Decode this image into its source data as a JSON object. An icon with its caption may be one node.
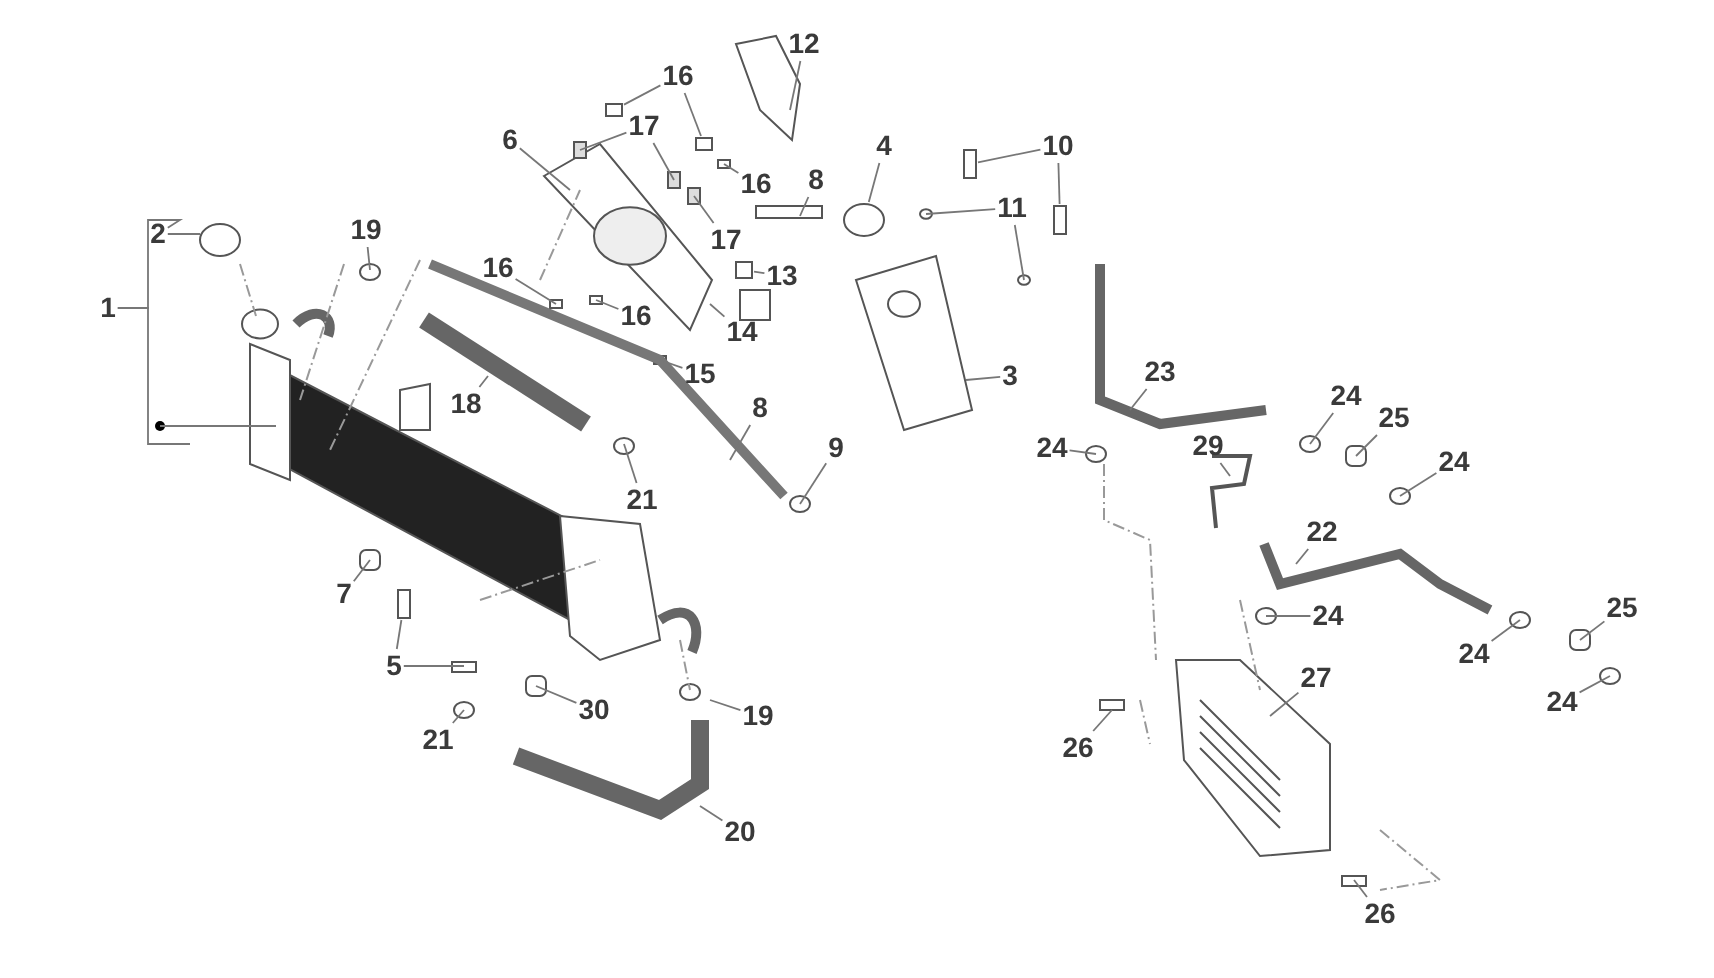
{
  "diagram": {
    "nodes": [
      {
        "text": [
          "12"
        ]
      },
      {
        "text": [
          "16"
        ]
      },
      {
        "text": [
          "17"
        ]
      },
      {
        "text": [
          "6"
        ]
      },
      {
        "text": [
          "4"
        ]
      },
      {
        "text": [
          "10"
        ]
      },
      {
        "text": [
          "16"
        ]
      },
      {
        "text": [
          "8"
        ]
      },
      {
        "text": [
          "2"
        ]
      },
      {
        "text": [
          "11"
        ]
      },
      {
        "text": [
          "19"
        ]
      },
      {
        "text": [
          "17"
        ]
      },
      {
        "text": [
          "16"
        ]
      },
      {
        "text": [
          "13"
        ]
      },
      {
        "text": [
          "1"
        ]
      },
      {
        "text": [
          "16"
        ]
      },
      {
        "text": [
          "14"
        ]
      },
      {
        "text": [
          "3"
        ]
      },
      {
        "text": [
          "15"
        ]
      },
      {
        "text": [
          "23"
        ]
      },
      {
        "text": [
          "24"
        ]
      },
      {
        "text": [
          "18"
        ]
      },
      {
        "text": [
          "8"
        ]
      },
      {
        "text": [
          "25"
        ]
      },
      {
        "text": [
          "24"
        ]
      },
      {
        "text": [
          "29"
        ]
      },
      {
        "text": [
          "9"
        ]
      },
      {
        "text": [
          "24"
        ]
      },
      {
        "text": [
          "21"
        ]
      },
      {
        "text": [
          "22"
        ]
      },
      {
        "text": [
          "7"
        ]
      },
      {
        "text": [
          "25"
        ]
      },
      {
        "text": [
          "24"
        ]
      },
      {
        "text": [
          "24"
        ]
      },
      {
        "text": [
          "5"
        ]
      },
      {
        "text": [
          "27"
        ]
      },
      {
        "text": [
          "24"
        ]
      },
      {
        "text": [
          "30"
        ]
      },
      {
        "text": [
          "19"
        ]
      },
      {
        "text": [
          "21"
        ]
      },
      {
        "text": [
          "26"
        ]
      },
      {
        "text": [
          "20"
        ]
      },
      {
        "text": [
          "26"
        ]
      },
      {
        "text": [],
        "shape": "box"
      },
      {
        "text": [],
        "shape": "box"
      },
      {
        "text": [],
        "shape": "circle"
      },
      {
        "text": [],
        "shape": "box"
      },
      {
        "text": [],
        "shape": "box"
      },
      {
        "text": [],
        "shape": "box"
      },
      {
        "text": [],
        "shape": "box"
      }
    ],
    "edges": [
      {
        "from": 0,
        "to": null,
        "arrow": "none"
      },
      {
        "from": 1,
        "to": 43,
        "arrow": "none"
      },
      {
        "from": 1,
        "to": 44,
        "arrow": "none"
      },
      {
        "from": 2,
        "to": null,
        "arrow": "none"
      },
      {
        "from": 2,
        "to": null,
        "arrow": "none"
      },
      {
        "from": 3,
        "to": null,
        "arrow": "none"
      },
      {
        "from": 4,
        "to": 45,
        "arrow": "none"
      },
      {
        "from": 5,
        "to": 46,
        "arrow": "none"
      },
      {
        "from": 5,
        "to": 47,
        "arrow": "none"
      },
      {
        "from": 6,
        "to": null,
        "arrow": "none"
      },
      {
        "from": 7,
        "to": null,
        "arrow": "none"
      },
      {
        "from": 8,
        "to": null,
        "arrow": "none"
      },
      {
        "from": 9,
        "to": null,
        "arrow": "none"
      },
      {
        "from": 9,
        "to": null,
        "arrow": "none"
      },
      {
        "from": 10,
        "to": null,
        "arrow": "none"
      },
      {
        "from": 11,
        "to": null,
        "arrow": "none"
      },
      {
        "from": 12,
        "to": null,
        "arrow": "none"
      },
      {
        "from": 13,
        "to": 48,
        "arrow": "none"
      },
      {
        "from": 14,
        "to": null,
        "arrow": "none"
      },
      {
        "from": 15,
        "to": null,
        "arrow": "none"
      },
      {
        "from": 16,
        "to": null,
        "arrow": "none"
      },
      {
        "from": 17,
        "to": null,
        "arrow": "none"
      },
      {
        "from": 18,
        "to": null,
        "arrow": "none"
      },
      {
        "from": 19,
        "to": null,
        "arrow": "none"
      },
      {
        "from": 20,
        "to": null,
        "arrow": "none"
      },
      {
        "from": 21,
        "to": null,
        "arrow": "none"
      },
      {
        "from": 22,
        "to": null,
        "arrow": "none"
      },
      {
        "from": 23,
        "to": null,
        "arrow": "none"
      },
      {
        "from": 24,
        "to": null,
        "arrow": "none"
      },
      {
        "from": 25,
        "to": null,
        "arrow": "none"
      },
      {
        "from": 26,
        "to": null,
        "arrow": "none"
      },
      {
        "from": 27,
        "to": null,
        "arrow": "none"
      },
      {
        "from": 28,
        "to": null,
        "arrow": "none"
      },
      {
        "from": 29,
        "to": null,
        "arrow": "none"
      },
      {
        "from": 30,
        "to": null,
        "arrow": "none"
      },
      {
        "from": 31,
        "to": null,
        "arrow": "none"
      },
      {
        "from": 32,
        "to": null,
        "arrow": "none"
      },
      {
        "from": 33,
        "to": null,
        "arrow": "none"
      },
      {
        "from": 34,
        "to": 49,
        "arrow": "none"
      },
      {
        "from": 34,
        "to": null,
        "arrow": "none"
      },
      {
        "from": 35,
        "to": null,
        "arrow": "none"
      },
      {
        "from": 36,
        "to": null,
        "arrow": "none"
      },
      {
        "from": 37,
        "to": null,
        "arrow": "none"
      },
      {
        "from": 38,
        "to": null,
        "arrow": "none"
      },
      {
        "from": 39,
        "to": null,
        "arrow": "none"
      },
      {
        "from": 40,
        "to": null,
        "arrow": "none"
      },
      {
        "from": 41,
        "to": null,
        "arrow": "none"
      },
      {
        "from": 42,
        "to": null,
        "arrow": "none"
      },
      {
        "from": 14,
        "to": 8,
        "arrow": "none"
      }
    ]
  }
}
